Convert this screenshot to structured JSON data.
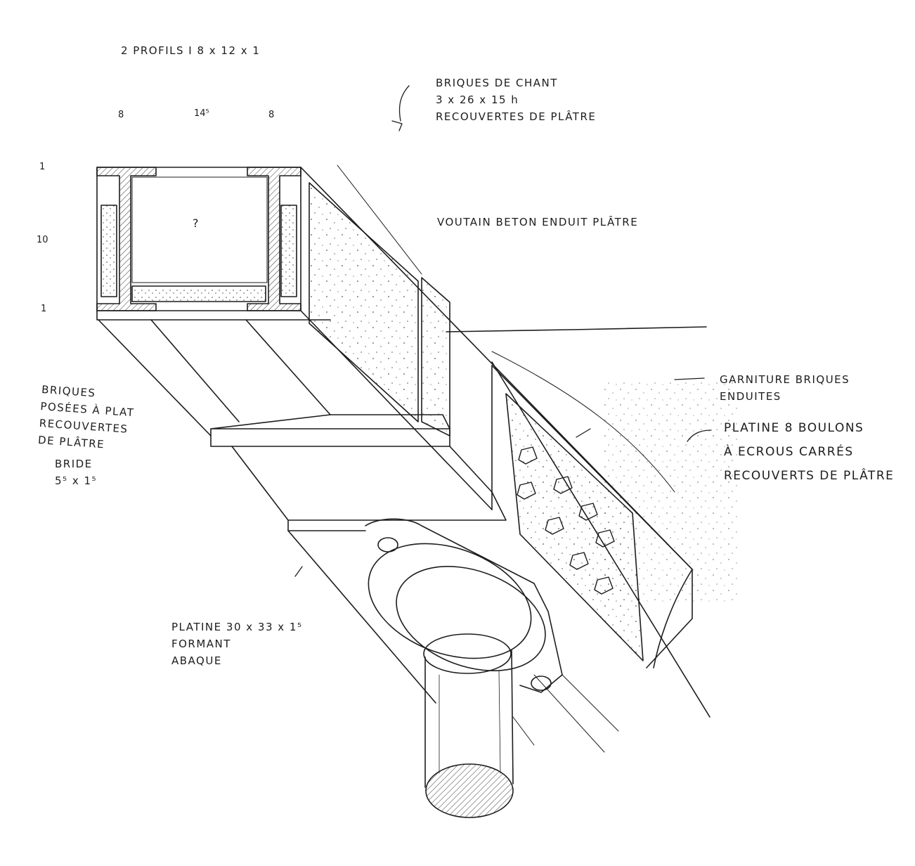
{
  "annotations": {
    "profiles": "2 PROFILS I   8 x 12 x 1",
    "bricks_edge": [
      "BRIQUES DE CHANT",
      "3 x 26 x 15 h",
      "RECOUVERTES DE PLÂTRE"
    ],
    "vault": "VOUTAIN   BETON   ENDUIT   PLÂTRE",
    "bricks_flat": [
      "BRIQUES",
      "POSÉES À PLAT",
      "RECOUVERTES",
      "DE PLÂTRE"
    ],
    "flange": [
      "BRIDE",
      "5⁵ x 1⁵"
    ],
    "filling": [
      "GARNITURE BRIQUES",
      "ENDUITES"
    ],
    "plate_bolts": [
      "PLATINE 8 BOULONS",
      "À ECROUS CARRÉS",
      "RECOUVERTS DE PLÂTRE"
    ],
    "plate_abacus": [
      "PLATINE  30 x 33 x 1⁵",
      "FORMANT",
      "ABAQUE"
    ]
  },
  "dimensions": {
    "width_left": "8",
    "width_mid": "14⁵",
    "width_right": "8",
    "height_top": "1",
    "height_mid": "10",
    "height_bottom": "1",
    "section_mark": "?"
  }
}
